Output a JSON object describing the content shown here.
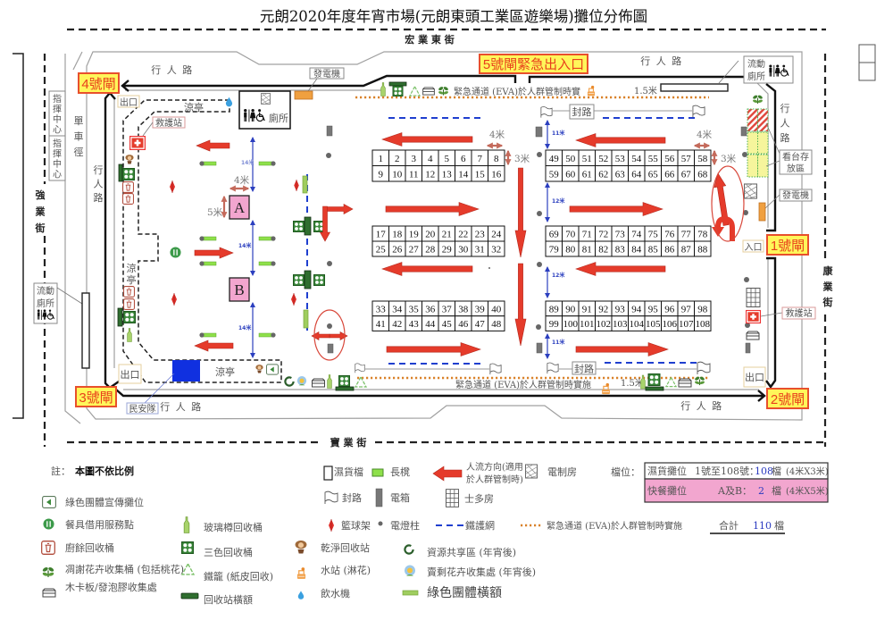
{
  "title": "元朗2020年度年宵市場(元朗東頭工業區遊樂場)攤位分佈圖",
  "streets": {
    "north": "宏 業 東 街",
    "west": "強業街",
    "east": "康業街",
    "south": "寶 業 街"
  },
  "gates": {
    "gate_1": "1號閘",
    "gate_2": "2號閘",
    "gate_3": "3號閘",
    "gate_4": "4號閘",
    "gate_5": "5號閘緊急出入口"
  },
  "labels": {
    "exit": "出口",
    "entrance": "入口",
    "pedestrian_road": "行 人 路",
    "bike_path": "單車徑",
    "command_centre": "指揮中心",
    "mobile_toilet_line1": "流動",
    "mobile_toilet_line2": "廁所",
    "toilet": "廁所",
    "pavilion": "涼亭",
    "first_aid_station": "救護站",
    "generator": "發電機",
    "stand_storage_line1": "看台存",
    "stand_storage_line2": "放區",
    "road_closed": "封路",
    "civil_aid_service": "民安隊",
    "eva_top": "緊急通道 (EVA)於人群管制時實",
    "eva_bottom": "緊急通道 (EVA)於人群管制時實施",
    "width_1_5m": "1.5米",
    "width_4m": "4米",
    "width_3m": "3米",
    "width_5m": "5米",
    "dist_14m": "14米",
    "dist_11m": "11米",
    "dist_12m": "12米"
  },
  "stalls": {
    "wet_goods_blocks": [
      {
        "rows": [
          [
            1,
            2,
            3,
            4,
            5,
            6,
            7,
            8
          ],
          [
            9,
            10,
            11,
            12,
            13,
            14,
            15,
            16
          ]
        ]
      },
      {
        "rows": [
          [
            17,
            18,
            19,
            20,
            21,
            22,
            23,
            24
          ],
          [
            25,
            26,
            27,
            28,
            29,
            30,
            31,
            32
          ]
        ]
      },
      {
        "rows": [
          [
            33,
            34,
            35,
            36,
            37,
            38,
            39,
            40
          ],
          [
            41,
            42,
            43,
            44,
            45,
            46,
            47,
            48
          ]
        ]
      },
      {
        "rows": [
          [
            49,
            50,
            51,
            52,
            53,
            54,
            55,
            56,
            57,
            58
          ],
          [
            59,
            60,
            61,
            62,
            63,
            64,
            65,
            66,
            67,
            68
          ]
        ]
      },
      {
        "rows": [
          [
            69,
            70,
            71,
            72,
            73,
            74,
            75,
            76,
            77,
            78
          ],
          [
            79,
            80,
            81,
            82,
            83,
            84,
            85,
            86,
            87,
            88
          ]
        ]
      },
      {
        "rows": [
          [
            89,
            90,
            91,
            92,
            93,
            94,
            95,
            96,
            97,
            98
          ],
          [
            99,
            100,
            101,
            102,
            103,
            104,
            105,
            106,
            107,
            108
          ]
        ]
      }
    ],
    "fast_food": [
      "A",
      "B"
    ]
  },
  "legend": {
    "note_label": "註：",
    "note_text": "本圖不依比例",
    "wet_goods_stall": {
      "icon": "wet-goods-stall-icon",
      "label": "濕貨檔"
    },
    "bench": {
      "icon": "bench-icon",
      "label": "長櫈"
    },
    "road_closed": {
      "icon": "road-closed-flag-icon",
      "label": "封路"
    },
    "electric_box": {
      "icon": "electric-box-icon",
      "label": "電箱"
    },
    "basketball_hoop": {
      "icon": "basketball-hoop-icon",
      "label": "籃球架"
    },
    "lamp_post": {
      "icon": "lamp-post-icon",
      "label": "電燈柱"
    },
    "crowd_flow": {
      "icon": "crowd-flow-arrow-icon",
      "label_line1": "人流方向(適用",
      "label_line2": "於人群管制時)"
    },
    "electrical_room": {
      "icon": "electrical-room-icon",
      "label": "電制房"
    },
    "store_room": {
      "icon": "store-room-icon",
      "label": "士多房"
    },
    "fence": {
      "icon": "fence-line-icon",
      "label": "鐵護網"
    },
    "eva": {
      "icon": "eva-dotted-line-icon",
      "label": "緊急通道 (EVA)於人群管制時實施"
    },
    "green_promo_booth": {
      "icon": "green-group-booth-icon",
      "label": "綠色團體宣傳攤位"
    },
    "cutlery_lending": {
      "icon": "cutlery-lending-icon",
      "label": "餐具借用服務點"
    },
    "food_waste_bin": {
      "icon": "food-waste-bin-icon",
      "label": "廚餘回收桶"
    },
    "withered_flower_bin": {
      "icon": "withered-flower-bin-icon",
      "label": "凋謝花卉收集桶 (包括桃花)"
    },
    "pallet_foam": {
      "icon": "pallet-foam-collection-icon",
      "label": "木卡板/發泡膠收集處"
    },
    "glass_bottle_bin": {
      "icon": "glass-bottle-bin-icon",
      "label": "玻璃樽回收桶"
    },
    "three_color_bin": {
      "icon": "three-color-recycle-bin-icon",
      "label": "三色回收桶"
    },
    "cage": {
      "icon": "cardboard-cage-icon",
      "label": "鐵籠 (紙皮回收)"
    },
    "recycling_banner": {
      "icon": "recycling-banner-icon",
      "label": "回收站橫額"
    },
    "clean_recycling_station": {
      "icon": "clean-recycling-station-icon",
      "label": "乾淨回收站"
    },
    "water_station": {
      "icon": "water-station-icon",
      "label": "水站 (淋花)"
    },
    "water_dispenser": {
      "icon": "water-dispenser-icon",
      "label": "飲水機"
    },
    "resource_sharing": {
      "icon": "resource-sharing-icon",
      "label": "資源共享區 (年宵後)"
    },
    "unsold_flower": {
      "icon": "unsold-flower-icon",
      "label": "賣剩花卉收集處 (年宵後)"
    },
    "green_banner": {
      "icon": "green-group-banner-icon",
      "label": "綠色團體橫額"
    }
  },
  "stall_summary": {
    "label": "檔位：",
    "rows": [
      {
        "type": "濕貨攤位",
        "range": "1號至108號：",
        "count": "108",
        "unit": "檔",
        "size": "(4米X3米)"
      },
      {
        "type": "快餐攤位",
        "range": "A及B：",
        "count": "2",
        "unit": "檔",
        "size": "(4米X5米)"
      }
    ],
    "total_label": "合計",
    "total_count": "110",
    "total_unit": "檔"
  },
  "colors": {
    "flow_arrow": "#e53b2b",
    "gate_fill": "#fff65a",
    "gate_border": "#e8502c",
    "gate_text": "#e8401c",
    "fast_food": "#f2a6cf",
    "fence_blue": "#1f3fcf",
    "eva_orange": "#d9822b",
    "measure_blue": "#2b3fbf",
    "dim_arrow": "#c46a5b",
    "count_blue": "#2a3ac0"
  }
}
